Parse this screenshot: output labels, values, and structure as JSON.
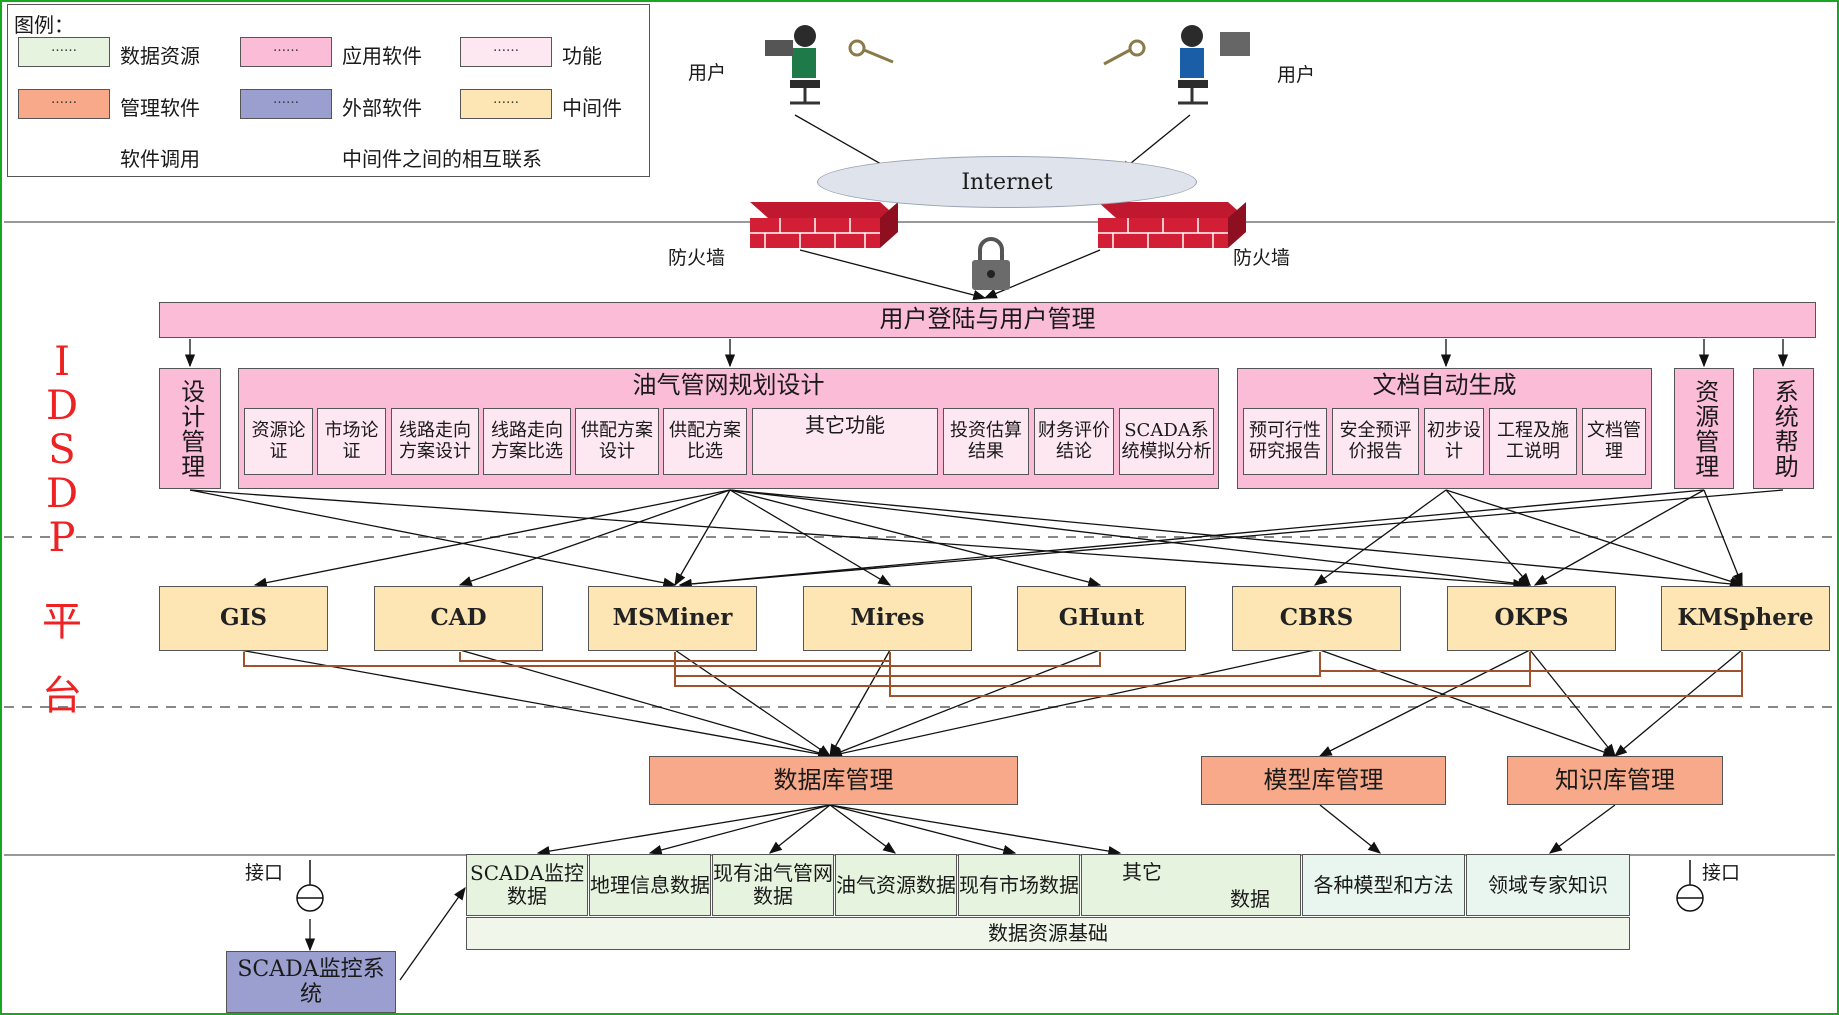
{
  "legend": {
    "title": "图例：",
    "items": [
      {
        "label": "数据资源",
        "color": "#e6f3de"
      },
      {
        "label": "应用软件",
        "color": "#fbbcd8"
      },
      {
        "label": "功能",
        "color": "#fde7f0"
      },
      {
        "label": "管理软件",
        "color": "#f7a98a"
      },
      {
        "label": "外部软件",
        "color": "#9b9fcf"
      },
      {
        "label": "中间件",
        "color": "#fde6b3"
      }
    ],
    "arrow_label": "软件调用",
    "bracket_label": "中间件之间的相互联系"
  },
  "top": {
    "user_left": "用户",
    "user_right": "用户",
    "internet": "Internet",
    "firewall_left": "防火墙",
    "firewall_right": "防火墙"
  },
  "platform_label": [
    "I",
    "D",
    "S",
    "D",
    "P",
    "平",
    "台"
  ],
  "login_bar": "用户登陆与用户管理",
  "app_layer": {
    "design_mgmt": "设计管理",
    "pipeline": {
      "title": "油气管网规划设计",
      "functions": [
        "资源论证",
        "市场论证",
        "线路走向方案设计",
        "线路走向方案比选",
        "供配方案设计",
        "供配方案比选",
        "其它功能",
        "投资估算结果",
        "财务评价结论",
        "SCADA系统模拟分析"
      ]
    },
    "doc_gen": {
      "title": "文档自动生成",
      "functions": [
        "预可行性研究报告",
        "安全预评价报告",
        "初步设计",
        "工程及施工说明",
        "文档管理"
      ]
    },
    "resource_mgmt": "资源管理",
    "system_help": "系统帮助"
  },
  "middleware": [
    "GIS",
    "CAD",
    "MSMiner",
    "Mires",
    "GHunt",
    "CBRS",
    "OKPS",
    "KMSphere"
  ],
  "management": [
    "数据库管理",
    "模型库管理",
    "知识库管理"
  ],
  "data_layer": {
    "cells": [
      "SCADA监控数据",
      "地理信息数据",
      "现有油气管网数据",
      "油气资源数据",
      "现有市场数据",
      "其它",
      "数据",
      "各种模型和方法",
      "领域专家知识"
    ],
    "base": "数据资源基础",
    "interface_left": "接口",
    "interface_right": "接口",
    "external": "SCADA监控系统"
  },
  "colors": {
    "pink": "#fbbcd8",
    "orange": "#f7a98a",
    "yellow": "#fde6b3",
    "green": "#e6f3de",
    "purple": "#9b9fcf",
    "frame": "#17a81d",
    "platform_text": "#ee2222",
    "bracket": "#a0522d"
  }
}
